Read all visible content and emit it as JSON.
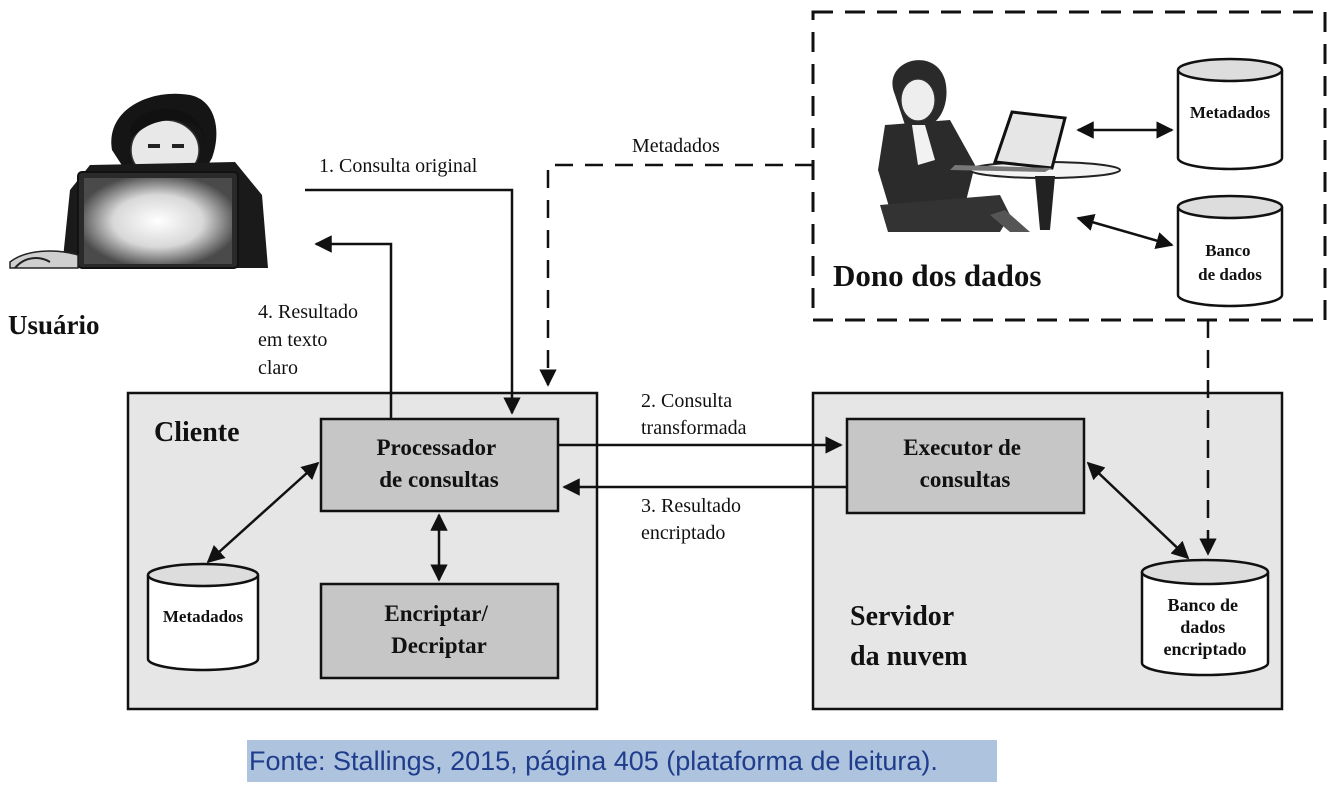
{
  "actors": {
    "user_label": "Usuário",
    "owner_label": "Dono dos dados"
  },
  "client": {
    "title": "Cliente",
    "query_processor": [
      "Processador",
      "de consultas"
    ],
    "encrypt_decrypt": [
      "Encriptar/",
      "Decriptar"
    ],
    "metadata": "Metadados"
  },
  "cloud": {
    "title": [
      "Servidor",
      "da nuvem"
    ],
    "query_executor": [
      "Executor de",
      "consultas"
    ],
    "encrypted_db": [
      "Banco de",
      "dados",
      "encriptado"
    ]
  },
  "owner": {
    "metadata": "Metadados",
    "database": [
      "Banco",
      "de dados"
    ]
  },
  "flows": {
    "original_query": "1. Consulta original",
    "transformed_query": [
      "2. Consulta",
      "transformada"
    ],
    "encrypted_result": [
      "3. Resultado",
      "encriptado"
    ],
    "plaintext_result": [
      "4. Resultado",
      "em texto",
      "claro"
    ],
    "metadata": "Metadados"
  },
  "caption": "Fonte: Stallings, 2015, página 405 (plataforma de leitura)."
}
